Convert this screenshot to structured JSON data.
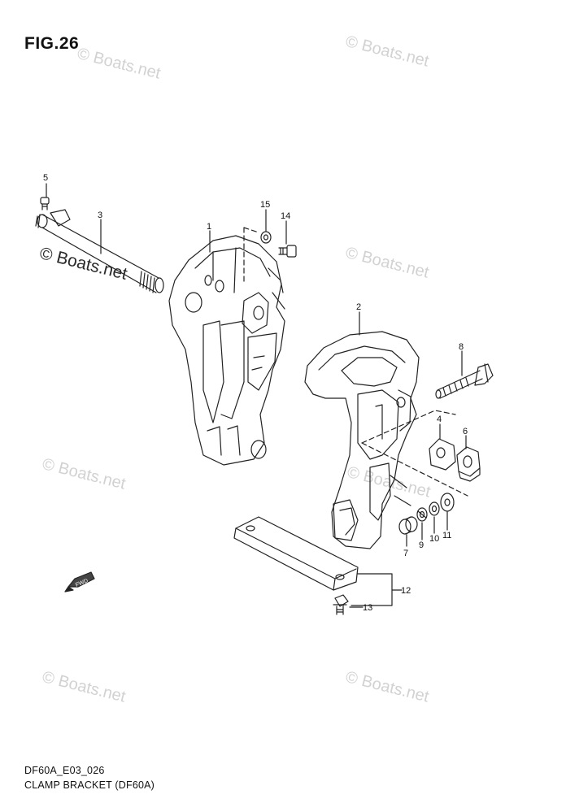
{
  "figure": {
    "title": "FIG.26",
    "watermark": "© Boats.net",
    "caption_code": "DF60A_E03_026",
    "caption_name": "CLAMP BRACKET (DF60A)"
  },
  "callouts": {
    "c1": "1",
    "c2": "2",
    "c3": "3",
    "c4": "4",
    "c5": "5",
    "c6": "6",
    "c7": "7",
    "c8": "8",
    "c9": "9",
    "c10": "10",
    "c11": "11",
    "c12": "12",
    "c13": "13",
    "c14": "14",
    "c15": "15"
  },
  "fwd_label": "FWD",
  "colors": {
    "line": "#222222",
    "watermark": "#d2d2d2"
  }
}
